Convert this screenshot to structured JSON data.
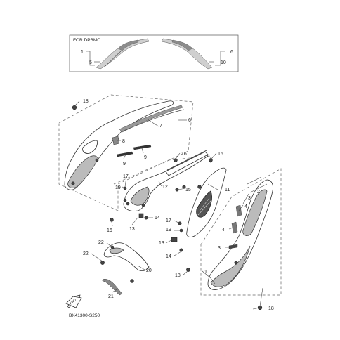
{
  "inset": {
    "caption": "FOR DPBMC",
    "labels": [
      "1",
      "5",
      "6",
      "10"
    ]
  },
  "callouts": [
    "18",
    "6",
    "7",
    "8",
    "9",
    "9",
    "16",
    "16",
    "17",
    "19",
    "12",
    "15",
    "11",
    "2",
    "3",
    "4",
    "4",
    "3",
    "14",
    "13",
    "16",
    "17",
    "19",
    "13",
    "14",
    "22",
    "22",
    "20",
    "18",
    "1",
    "21",
    "18"
  ],
  "footer": {
    "fwd": "FWD",
    "diagram_code": "BX41300-S250"
  }
}
